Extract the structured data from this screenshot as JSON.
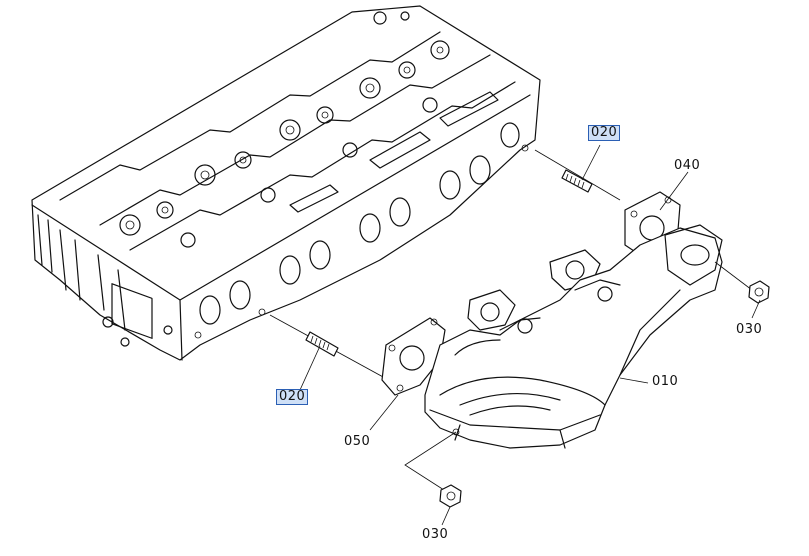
{
  "parts": [
    {
      "id": "stud-upper",
      "number": "020",
      "highlight": true
    },
    {
      "id": "gasket-040",
      "number": "040",
      "highlight": false
    },
    {
      "id": "nut-right",
      "number": "030",
      "highlight": false
    },
    {
      "id": "manifold",
      "number": "010",
      "highlight": false
    },
    {
      "id": "stud-lower",
      "number": "020",
      "highlight": true
    },
    {
      "id": "gasket-050",
      "number": "050",
      "highlight": false
    },
    {
      "id": "nut-bottom",
      "number": "030",
      "highlight": false
    }
  ],
  "colors": {
    "highlight_bg": "#cfe0f7",
    "highlight_border": "#2b5fb4",
    "line": "#111111"
  }
}
